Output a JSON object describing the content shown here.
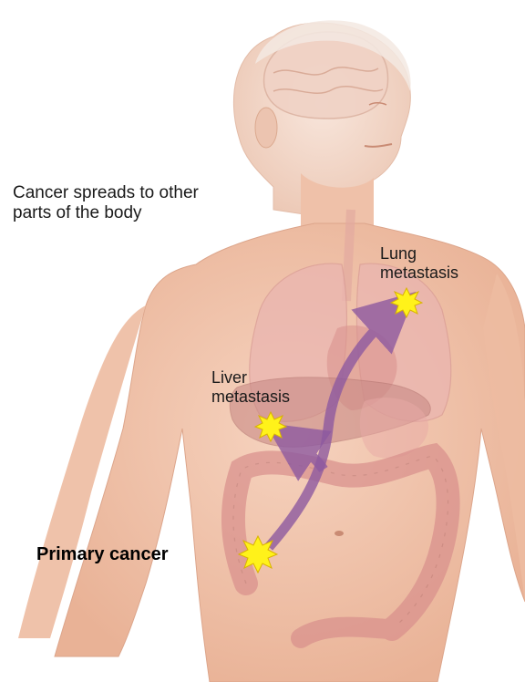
{
  "labels": {
    "caption_line1": "Cancer spreads to other",
    "caption_line2": "parts of the body",
    "lung_line1": "Lung",
    "lung_line2": "metastasis",
    "liver_line1": "Liver",
    "liver_line2": "metastasis",
    "primary": "Primary cancer"
  },
  "colors": {
    "skin": "#f2c7b0",
    "skin_shadow": "#e0a58a",
    "organ": "#e8a9a8",
    "liver": "#c98a86",
    "colon": "#d98f8c",
    "arrow": "#8e5aa0",
    "tumor": "#fff21a",
    "tumor_edge": "#d9b300"
  }
}
